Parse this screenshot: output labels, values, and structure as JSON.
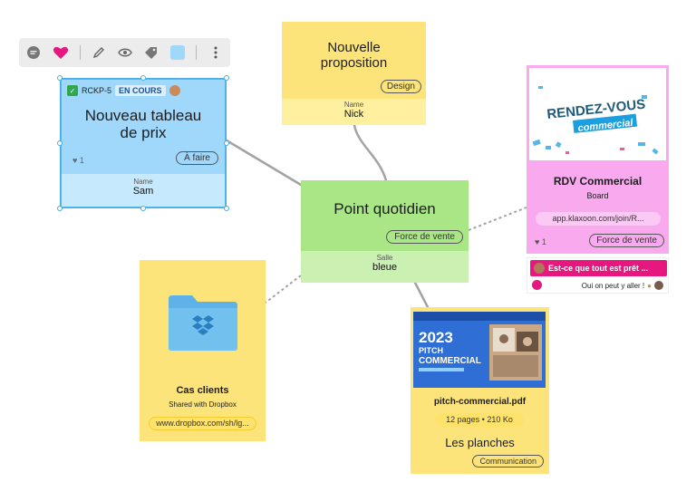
{
  "toolbar": {
    "items": [
      "comment-icon",
      "heart-icon",
      "pencil-icon",
      "eye-icon",
      "tag-icon",
      "color-swatch",
      "more-icon"
    ],
    "swatch_color": "#9fd8fb"
  },
  "cards": {
    "idea": {
      "id": "RCKP-5",
      "status": "EN COURS",
      "title_line1": "Nouveau tableau",
      "title_line2": "de prix",
      "likes": "1",
      "tag": "À faire",
      "field_label": "Name",
      "field_value": "Sam"
    },
    "proposal": {
      "title_line1": "Nouvelle",
      "title_line2": "proposition",
      "tag": "Design",
      "field_label": "Name",
      "field_value": "Nick"
    },
    "daily": {
      "title": "Point quotidien",
      "tag": "Force de vente",
      "field_label": "Salle",
      "field_value": "bleue"
    },
    "rdv": {
      "thumb_line1": "RENDEZ-VOUS",
      "thumb_line2": "commercial",
      "title": "RDV Commercial",
      "subtitle": "Board",
      "url": "app.klaxoon.com/join/R...",
      "likes": "1",
      "tag": "Force de vente",
      "comment": "Est-ce que tout est prêt ...",
      "reply": "Oui on peut y aller !"
    },
    "clients": {
      "title": "Cas clients",
      "subtitle": "Shared with Dropbox",
      "url": "www.dropbox.com/sh/lg..."
    },
    "pitch": {
      "thumb_year": "2023",
      "thumb_line1": "PITCH",
      "thumb_line2": "COMMERCIAL",
      "filename": "pitch-commercial.pdf",
      "meta": "12 pages • 210 Ko",
      "title": "Les planches",
      "tag": "Communication"
    }
  },
  "colors": {
    "blue": "#9fd8fb",
    "yellow": "#fde47a",
    "green": "#a9e786",
    "pink": "#f9a9ee",
    "selection": "#49aee8",
    "accent_pink": "#e6177f"
  }
}
